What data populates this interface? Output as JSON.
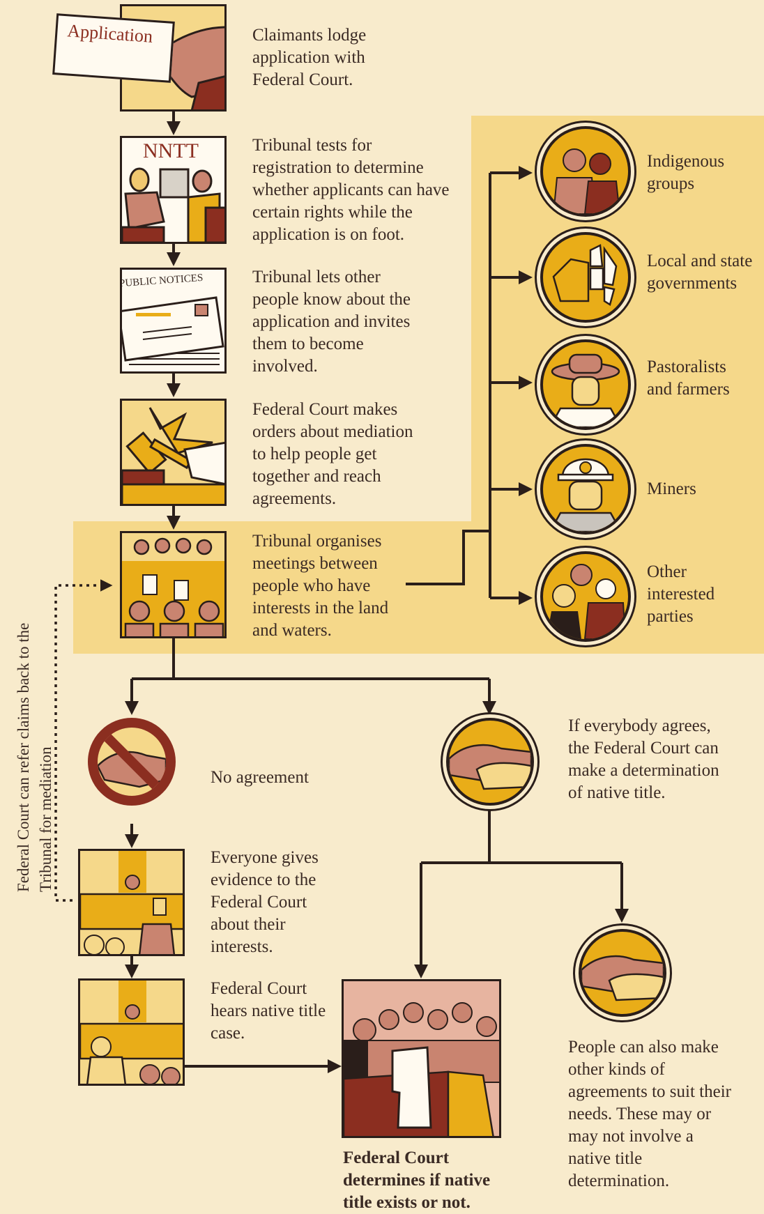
{
  "steps": {
    "application": {
      "badge": "Application",
      "text": "Claimants lodge application with Federal Court."
    },
    "registration": {
      "badge": "NNTT",
      "text": "Tribunal tests for registration to determine whether applicants can have certain rights while the application is on foot."
    },
    "notification": {
      "badge": "PUBLIC NOTICES",
      "text": "Tribunal lets other people know about the application and invites them to become involved."
    },
    "mediation_orders": {
      "text": "Federal Court makes orders about mediation to help people get together and reach agreements."
    },
    "meetings": {
      "text": "Tribunal organises meetings between people who have interests in the land and waters."
    },
    "no_agreement": {
      "text": "No agreement"
    },
    "agreement": {
      "text": "If everybody agrees, the Federal Court can make a determination of native title."
    },
    "evidence": {
      "text": "Everyone gives evidence to the Federal Court about their interests."
    },
    "hearing": {
      "text": "Federal Court hears native title case."
    },
    "determination": {
      "text": "Federal Court determines if native title exists or not."
    },
    "other_agreements": {
      "text": "People can also make other kinds of agreements to suit their needs. These may or may not involve a native title determination."
    }
  },
  "parties": [
    {
      "label": "Indigenous groups",
      "icon": "indigenous-groups-icon"
    },
    {
      "label": "Local and state governments",
      "icon": "australia-map-icon"
    },
    {
      "label": "Pastoralists and farmers",
      "icon": "farmer-icon"
    },
    {
      "label": "Miners",
      "icon": "miner-icon"
    },
    {
      "label": "Other interested parties",
      "icon": "people-group-icon"
    }
  ],
  "side_note": "Federal Court can refer claims back to the Tribunal for mediation",
  "colors": {
    "background": "#f8ebcc",
    "highlight": "#f5d88a",
    "gold": "#e9ad18",
    "brown": "#8b2e20",
    "skin": "#c98470",
    "outline": "#2a1e1a"
  }
}
